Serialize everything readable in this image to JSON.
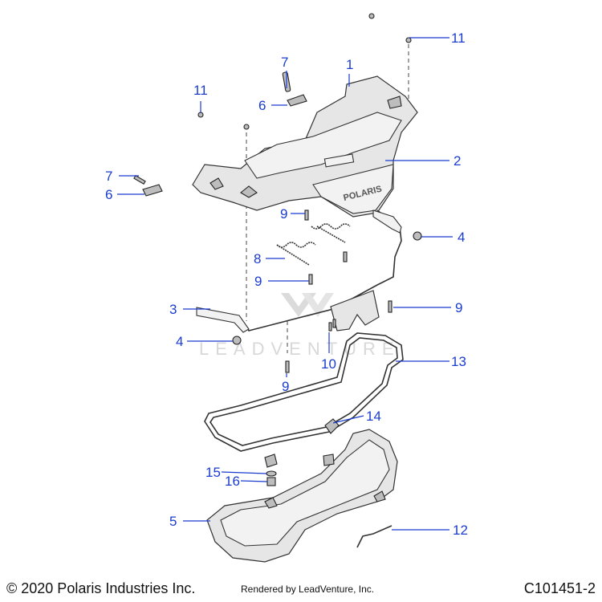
{
  "callouts": [
    {
      "id": "c1",
      "label": "1"
    },
    {
      "id": "c2",
      "label": "2"
    },
    {
      "id": "c3",
      "label": "3"
    },
    {
      "id": "c4a",
      "label": "4"
    },
    {
      "id": "c4b",
      "label": "4"
    },
    {
      "id": "c5",
      "label": "5"
    },
    {
      "id": "c6a",
      "label": "6"
    },
    {
      "id": "c6b",
      "label": "6"
    },
    {
      "id": "c7a",
      "label": "7"
    },
    {
      "id": "c7b",
      "label": "7"
    },
    {
      "id": "c8",
      "label": "8"
    },
    {
      "id": "c9a",
      "label": "9"
    },
    {
      "id": "c9b",
      "label": "9"
    },
    {
      "id": "c9c",
      "label": "9"
    },
    {
      "id": "c9d",
      "label": "9"
    },
    {
      "id": "c10",
      "label": "10"
    },
    {
      "id": "c11a",
      "label": "11"
    },
    {
      "id": "c11b",
      "label": "11"
    },
    {
      "id": "c12",
      "label": "12"
    },
    {
      "id": "c13",
      "label": "13"
    },
    {
      "id": "c14",
      "label": "14"
    },
    {
      "id": "c15",
      "label": "15"
    },
    {
      "id": "c16",
      "label": "16"
    }
  ],
  "watermark": "LEADVENTURE",
  "brand_mark": "POLARIS",
  "footer": {
    "copyright": "© 2020 Polaris Industries Inc.",
    "rendered_by": "Rendered by LeadVenture, Inc.",
    "document_id": "C101451-2"
  },
  "colors": {
    "callout": "#1a3ccf",
    "linework": "#333333"
  }
}
